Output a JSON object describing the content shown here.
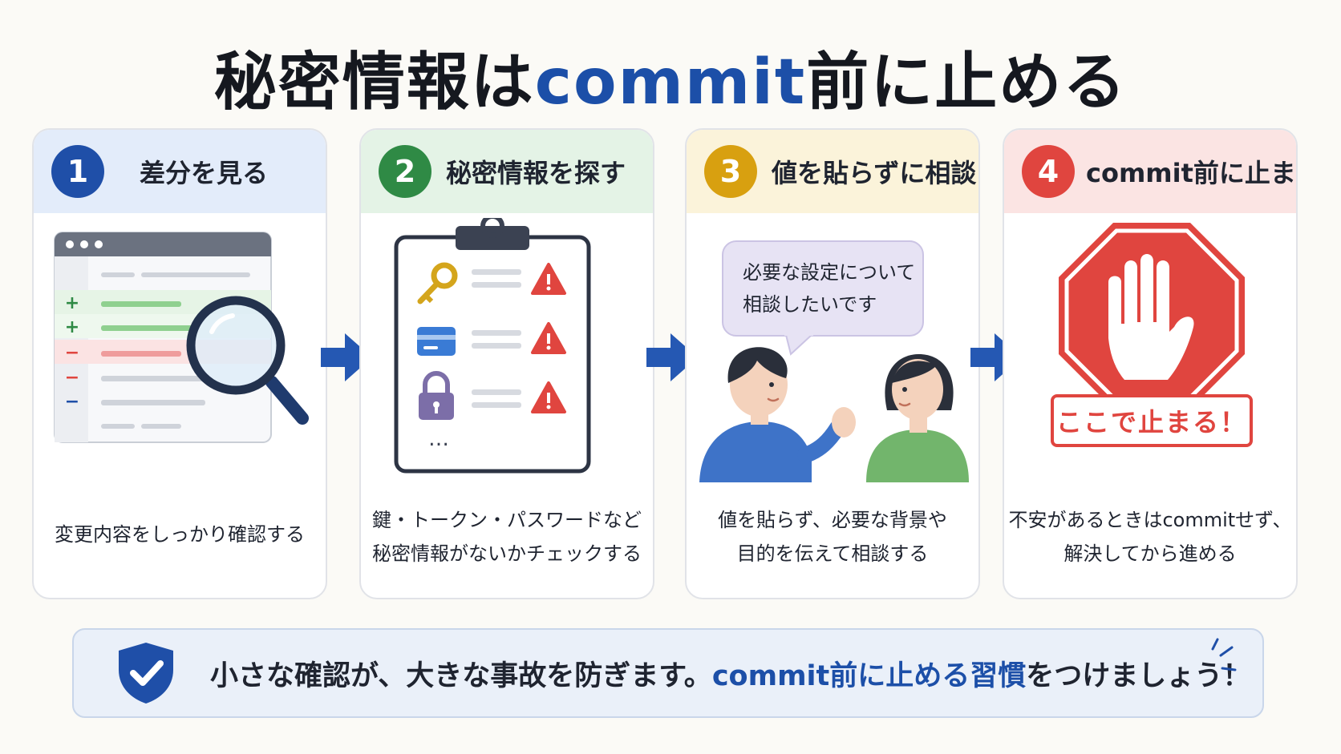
{
  "title": {
    "main": "秘密情報は",
    "highlight": "commit",
    "tail": "前に止める"
  },
  "steps": [
    {
      "number": "1",
      "label": "差分を見る",
      "desc_line1": "変更内容をしっかり確認する",
      "desc_line2": "",
      "diff_marks": [
        "+",
        "+",
        "−",
        "−",
        "−"
      ]
    },
    {
      "number": "2",
      "label": "秘密情報を探す",
      "desc_line1": "鍵・トークン・パスワードなど",
      "desc_line2": "秘密情報がないかチェックする",
      "more": "…"
    },
    {
      "number": "3",
      "label": "値を貼らずに相談",
      "desc_line1": "値を貼らず、必要な背景や",
      "desc_line2": "目的を伝えて相談する",
      "bubble_line1": "必要な設定について",
      "bubble_line2": "相談したいです"
    },
    {
      "number": "4",
      "label": "commit前に止まる",
      "desc_line1": "不安があるときはcommitせず、",
      "desc_line2": "解決してから進める",
      "stop_label": "ここで止まる！"
    }
  ],
  "footer": {
    "text_before": "小さな確認が、大きな事故を防ぎます。",
    "highlight": "commit前に止める習慣",
    "text_after": "をつけましょう！"
  },
  "colors": {
    "accent": "#1c4fa8",
    "step1": "#1f4fa8",
    "step1_head": "#e3ecfa",
    "step2": "#2f8a45",
    "step2_head": "#e4f3e6",
    "step3": "#d8a010",
    "step3_head": "#fbf3da",
    "step4": "#e0453f",
    "step4_head": "#fbe4e3"
  },
  "icons": [
    "magnifier-icon",
    "key-icon",
    "card-icon",
    "lock-icon",
    "warning-icon",
    "arrow-right-icon",
    "stop-hand-icon",
    "shield-check-icon"
  ]
}
